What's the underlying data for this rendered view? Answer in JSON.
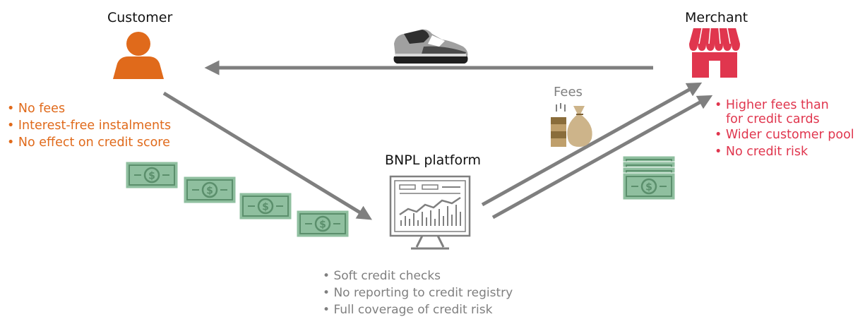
{
  "customer": {
    "title": "Customer",
    "color": "#e06a1b",
    "points": [
      "No fees",
      "Interest-free instalments",
      "No effect on credit score"
    ]
  },
  "merchant": {
    "title": "Merchant",
    "color": "#e0364e",
    "points": [
      "Higher fees than",
      "for credit cards",
      "Wider customer pool",
      "No credit risk"
    ]
  },
  "platform": {
    "title": "BNPL platform",
    "points": [
      "Soft credit checks",
      "No reporting to credit registry",
      "Full coverage of credit risk"
    ]
  },
  "fees_label": "Fees",
  "icons": {
    "customer": "person-icon",
    "merchant": "storefront-icon",
    "goods": "sneaker-icon",
    "fees": "money-bag-coins-icon",
    "payments": "banknote-icon",
    "platform": "computer-monitor-chart-icon"
  },
  "colors": {
    "arrow": "#7f7f7f",
    "banknote": "#8fbf9f",
    "banknote_dark": "#5b8f6c"
  }
}
